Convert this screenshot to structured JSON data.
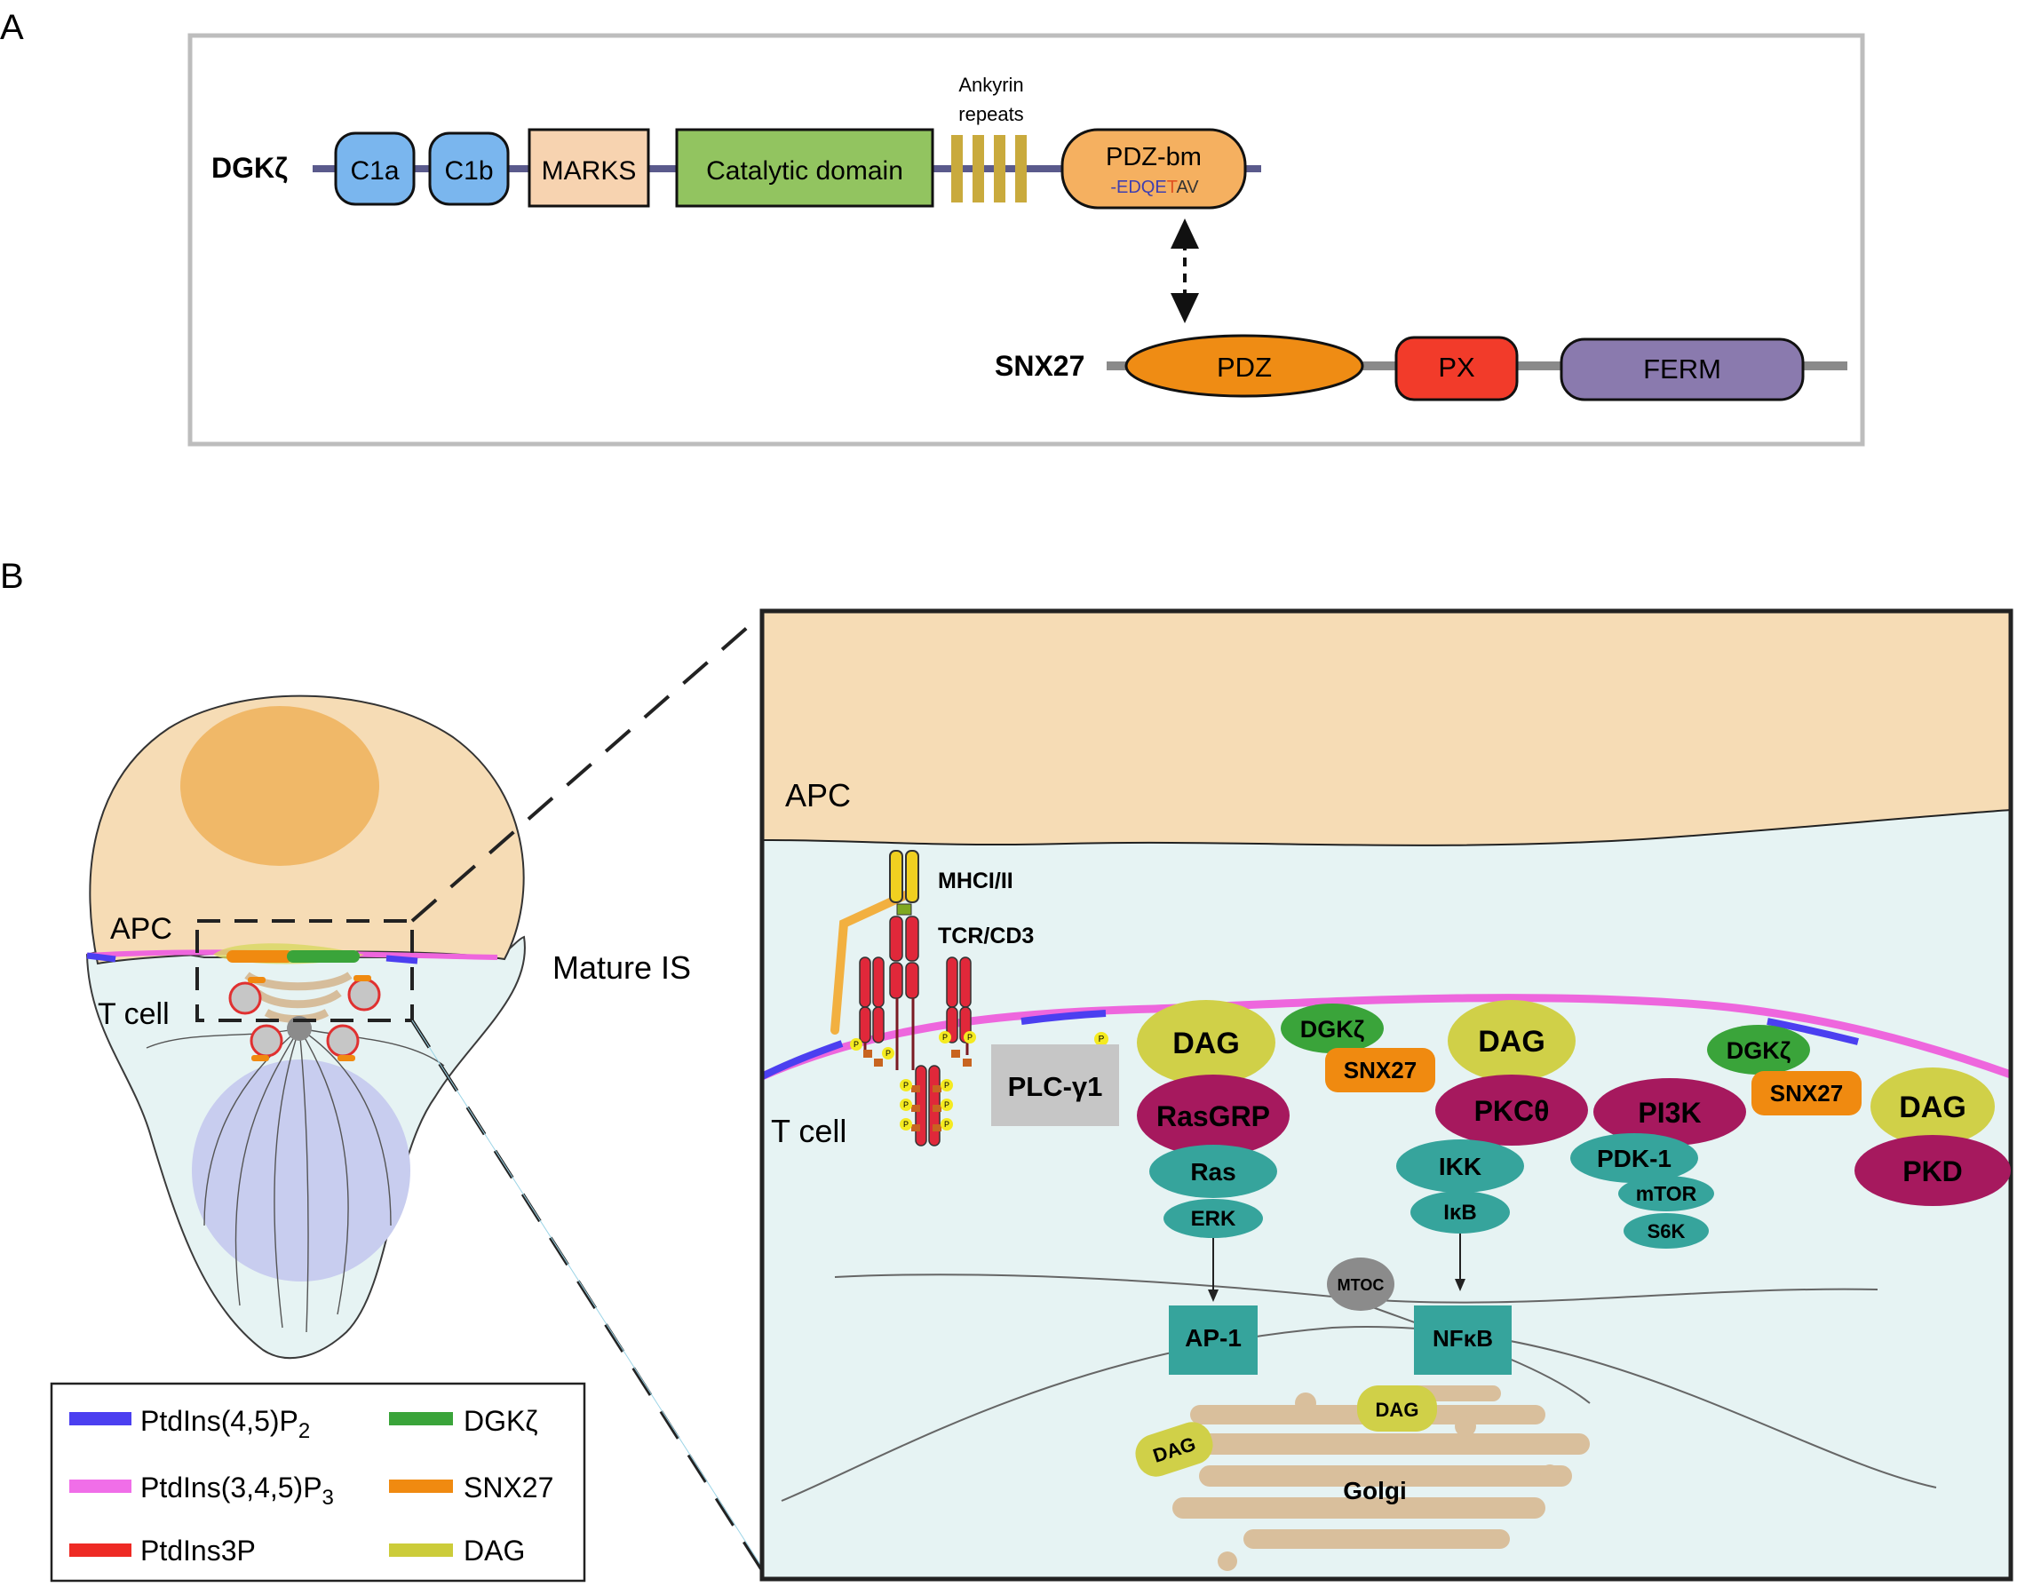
{
  "panel_a": {
    "letter": "A",
    "dgkz": {
      "name": "DGKζ",
      "c1a": "C1a",
      "c1b": "C1b",
      "marks": "MARKS",
      "catalytic": "Catalytic domain",
      "ankyrin_line1": "Ankyrin",
      "ankyrin_line2": "repeats",
      "pdzbm": "PDZ-bm",
      "motif_prefix": "-EDQ",
      "motif_e": "E",
      "motif_t": "T",
      "motif_suffix": "AV"
    },
    "snx27": {
      "name": "SNX27",
      "pdz": "PDZ",
      "px": "PX",
      "ferm": "FERM"
    }
  },
  "panel_b": {
    "letter": "B",
    "overview": {
      "apc": "APC",
      "tcell": "T cell",
      "mature_is": "Mature IS"
    },
    "legend": {
      "items": [
        {
          "base": "PtdIns(4,5)P",
          "sub": "2",
          "color": "#4b3ff0"
        },
        {
          "base": "DGKζ",
          "sub": "",
          "color": "#3aa43a"
        },
        {
          "base": "PtdIns(3,4,5)P",
          "sub": "3",
          "color": "#f06ee8"
        },
        {
          "base": "SNX27",
          "sub": "",
          "color": "#f08a10"
        },
        {
          "base": "PtdIns3P",
          "sub": "",
          "color": "#ee2a24"
        },
        {
          "base": "DAG",
          "sub": "",
          "color": "#cccc3a"
        }
      ]
    },
    "zoom": {
      "apc": "APC",
      "tcell": "T cell",
      "mhc": "MHCI/II",
      "tcr": "TCR/CD3",
      "p": "P",
      "plcg1": "PLC-γ1",
      "dag": "DAG",
      "dgkz": "DGKζ",
      "snx27": "SNX27",
      "rasgrp": "RasGRP",
      "ras": "Ras",
      "erk": "ERK",
      "pkctheta": "PKCθ",
      "ikk": "IKK",
      "ikb": "IκB",
      "pi3k": "PI3K",
      "pdk1": "PDK-1",
      "mtor": "mTOR",
      "s6k": "S6K",
      "pkd": "PKD",
      "mtoc": "MTOC",
      "ap1": "AP-1",
      "nfkb": "NFκB",
      "golgi": "Golgi"
    }
  }
}
